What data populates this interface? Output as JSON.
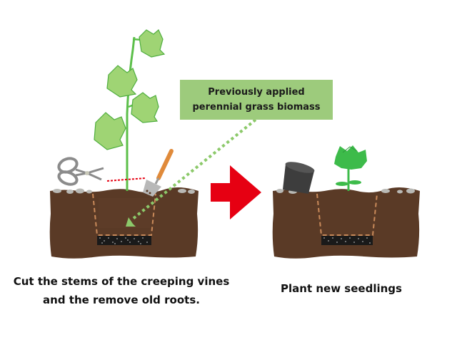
{
  "callout": {
    "line1": "Previously applied",
    "line2": "perennial grass biomass",
    "background": "#9dcb7c"
  },
  "steps": [
    {
      "caption_line1": "Cut the stems of the creeping vines",
      "caption_line2": "and the remove old roots.",
      "items": [
        "scissors-icon",
        "trowel-icon",
        "vine-plant",
        "soil-pit",
        "biomass-layer"
      ]
    },
    {
      "caption_line1": "Plant new seedlings",
      "items": [
        "plant-pot-icon",
        "seedling",
        "soil-pit",
        "biomass-layer"
      ]
    }
  ],
  "colors": {
    "soil": "#5a3a26",
    "pit_outline": "#c98a5a",
    "arrow": "#e60012",
    "cut_line": "#e60012",
    "leaf_light": "#9fd474",
    "leaf_outline": "#4fae3e",
    "seedling": "#3dbb4a",
    "dotted_arrow": "#8cc96a"
  }
}
